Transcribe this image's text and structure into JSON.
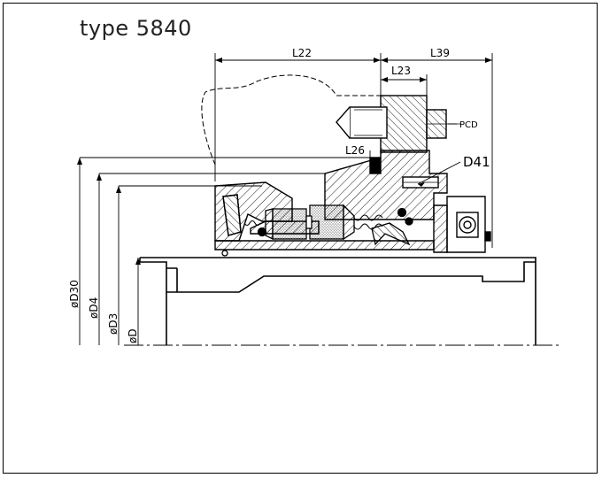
{
  "title": "type 5840",
  "dimensions": {
    "l22": "L22",
    "l39": "L39",
    "l23": "L23",
    "l26": "L26",
    "pcd": "PCD",
    "d41": "D41",
    "d30": "øD30",
    "d4": "øD4",
    "d3": "øD3",
    "d": "øD"
  }
}
